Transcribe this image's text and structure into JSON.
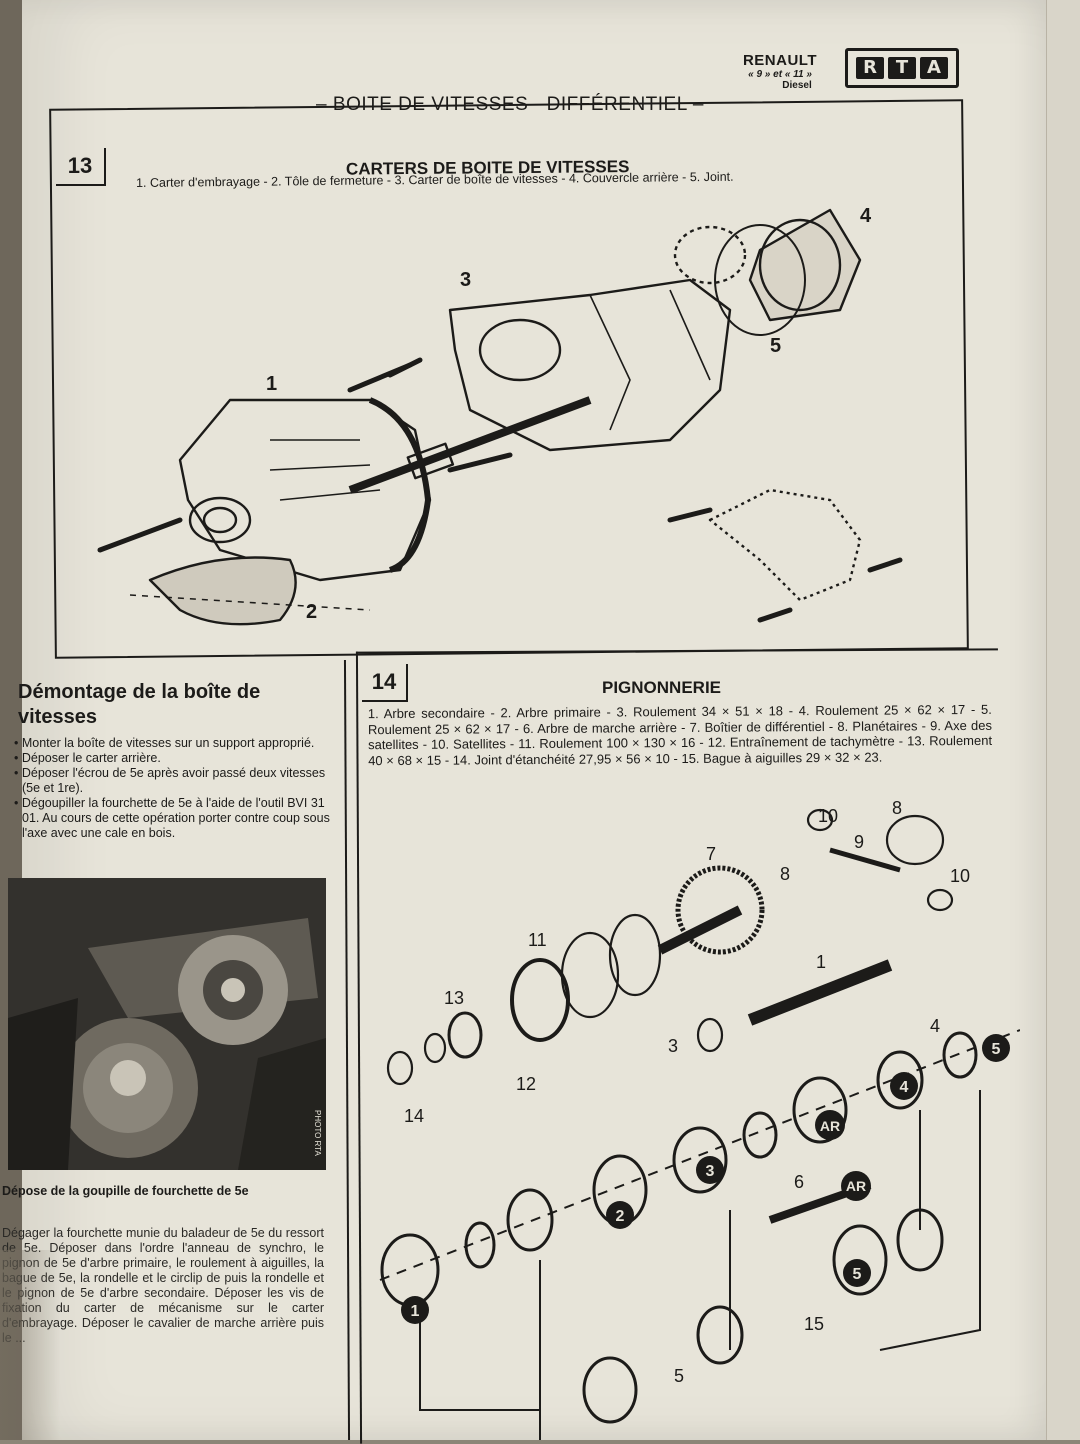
{
  "header": {
    "brand": "RENAULT",
    "models": "« 9 » et « 11 »",
    "fuel": "Diesel",
    "logo_text": "RTA",
    "page_title": "– BOITE DE VITESSES - DIFFÉRENTIEL –"
  },
  "figure13": {
    "number": "13",
    "title": "CARTERS DE BOITE DE VITESSES",
    "legend": "1. Carter d'embrayage - 2. Tôle de fermeture - 3. Carter de boîte de vitesses - 4. Couvercle arrière - 5. Joint.",
    "callouts": [
      "1",
      "2",
      "3",
      "4",
      "5"
    ]
  },
  "figure14": {
    "number": "14",
    "title": "PIGNONNERIE",
    "legend": "1. Arbre secondaire - 2. Arbre primaire - 3. Roulement 34 × 51 × 18 - 4. Roulement 25 × 62 × 17 - 5. Roulement 25 × 62 × 17 - 6. Arbre de marche arrière - 7. Boîtier de différentiel - 8. Planétaires - 9. Axe des satellites - 10. Satellites - 11. Roulement 100 × 130 × 16 - 12. Entraînement de tachymètre - 13. Roulement 40 × 68 × 15 - 14. Joint d'étanchéité 27,95 × 56 × 10 - 15. Bague à aiguilles 29 × 32 × 23.",
    "callouts": [
      "10",
      "8",
      "9",
      "10",
      "7",
      "8",
      "11",
      "1",
      "13",
      "3",
      "12",
      "14",
      "4",
      "6",
      "15",
      "5"
    ],
    "gear_badges": [
      "1",
      "2",
      "3",
      "AR",
      "4",
      "5",
      "AR",
      "5"
    ]
  },
  "section": {
    "heading": "Démontage de la boîte de vitesses",
    "bullets": [
      "• Monter la boîte de vitesses sur un support approprié.",
      "• Déposer le carter arrière.",
      "• Déposer l'écrou de 5e après avoir passé deux vitesses (5e et 1re).",
      "• Dégoupiller la fourchette de 5e à l'aide de l'outil BVI 31 01. Au cours de cette opération porter contre coup sous l'axe avec une cale en bois."
    ],
    "photo_credit": "PHOTO RTA",
    "photo_caption": "Dépose de la goupille de fourchette de 5e",
    "body": "Dégager la fourchette munie du baladeur de 5e du ressort de 5e. Déposer dans l'ordre l'anneau de synchro, le pignon de 5e d'arbre primaire, le roulement à aiguilles, la bague de 5e, la rondelle et le circlip de puis la rondelle et le pignon de 5e d'arbre secondaire. Déposer les vis de fixation du carter de mécanisme sur le carter d'embrayage. Déposer le cavalier de marche arrière puis le ..."
  }
}
